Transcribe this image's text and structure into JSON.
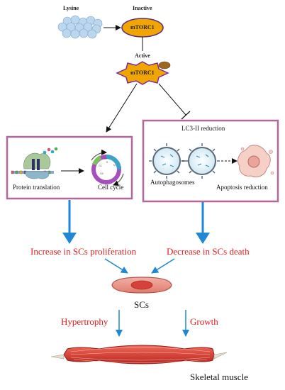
{
  "colors": {
    "frame": "#b0679a",
    "arrow_blue": "#1e88d6",
    "red_text": "#e31b1b",
    "mtorc_fill": "#f0a500",
    "mtorc_border": "#5a2c80"
  },
  "top": {
    "lysine": "Lysine",
    "inactive": "Inactive",
    "mtorc1_inactive": "mTORC1",
    "active": "Active",
    "mtorc1_active": "mTORC1"
  },
  "left_box": {
    "protein_translation": "Protein translation",
    "cell_cycle": "Cell cycle",
    "cycle_phases": [
      "S",
      "M",
      "G2",
      "G1",
      "G0"
    ]
  },
  "right_box": {
    "lc3": "LC3-II reduction",
    "autophagosomes": "Autophagosomes",
    "apoptosis": "Apoptosis reduction"
  },
  "outcomes": {
    "proliferation": "Increase in SCs proliferation",
    "death": "Decrease in SCs death",
    "scs": "SCs",
    "hypertrophy": "Hypertrophy",
    "growth": "Growth",
    "skeletal_muscle": "Skeletal muscle"
  }
}
